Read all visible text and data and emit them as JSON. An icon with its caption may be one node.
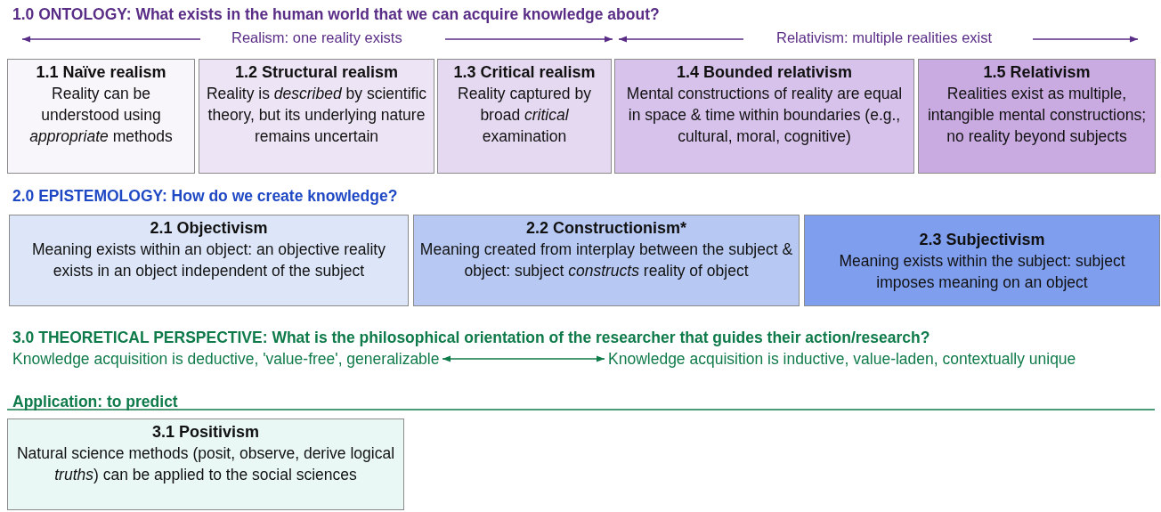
{
  "diagram": {
    "nodes": [
      {
        "text": [
          "1.1 Naïve realism",
          "Reality can be understood using *appropriate* methods"
        ]
      },
      {
        "text": [
          "1.2 Structural realism",
          "Reality is *described* by scientific theory, but its underlying nature remains uncertain"
        ]
      },
      {
        "text": [
          "1.3 Critical realism",
          "Reality captured by broad *critical* examination"
        ]
      },
      {
        "text": [
          "1.4 Bounded relativism",
          "Mental constructions of reality are equal in space & time within boundaries (e.g., cultural, moral, cognitive)"
        ]
      },
      {
        "text": [
          "1.5 Relativism",
          "Realities exist as multiple, intangible mental constructions; no reality beyond subjects"
        ]
      },
      {
        "text": [
          "2.1 Objectivism",
          "Meaning exists within an object: an objective reality exists in an object independent of the subject"
        ]
      },
      {
        "text": [
          "2.2 Constructionism*",
          "Meaning created from interplay between the subject & object: subject *constructs* reality of object"
        ]
      },
      {
        "text": [
          "2.3 Subjectivism",
          "Meaning exists within the subject: subject imposes meaning on an object"
        ]
      },
      {
        "text": [
          "Knowledge acquisition is deductive, 'value-free', generalizable"
        ]
      },
      {
        "text": [
          "Knowledge acquisition is inductive, value-laden, contextually unique"
        ]
      },
      {
        "text": [
          "3.1 Positivism",
          "Natural science methods (posit, observe, derive logical *truths*) can be applied to the social sciences"
        ]
      }
    ],
    "edges": [
      {
        "from": 8,
        "to": 9,
        "arrow": "both"
      }
    ],
    "labels": [
      "1.0 ONTOLOGY: What exists in the human world that we can acquire knowledge about?",
      "Realism: one reality exists",
      "Relativism: multiple realities exist",
      "2.0 EPISTEMOLOGY: How do we create knowledge?",
      "3.0 THEORETICAL PERSPECTIVE: What is the philosophical orientation of the researcher that guides their action/research?",
      "Application: to predict"
    ]
  }
}
